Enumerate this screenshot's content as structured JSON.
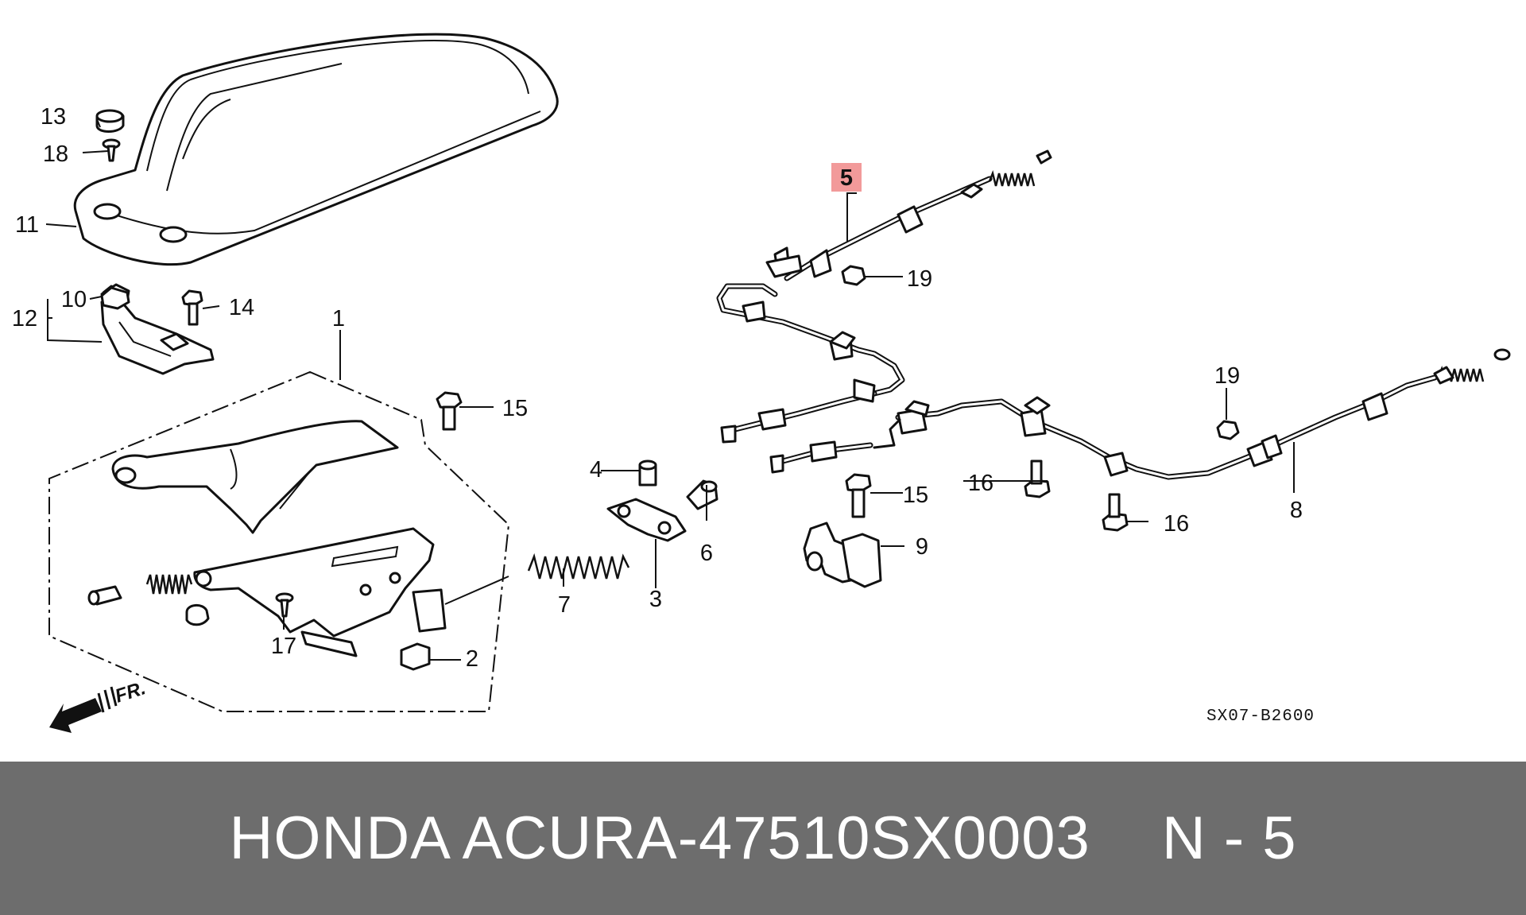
{
  "diagram": {
    "drawing_code": "SX07-B2600",
    "front_marker": "FR.",
    "highlighted_callout": "5",
    "callouts": {
      "c1": "1",
      "c2": "2",
      "c3": "3",
      "c4": "4",
      "c5": "5",
      "c6": "6",
      "c7": "7",
      "c8": "8",
      "c9": "9",
      "c10": "10",
      "c11": "11",
      "c12": "12",
      "c13": "13",
      "c14": "14",
      "c15a": "15",
      "c15b": "15",
      "c16a": "16",
      "c16b": "16",
      "c17": "17",
      "c18": "18",
      "c19a": "19",
      "c19b": "19"
    },
    "colors": {
      "highlight": "#f29a9a",
      "footer_bg": "#6d6d6d",
      "footer_text": "#ffffff"
    }
  },
  "footer": {
    "brand": "HONDA ACURA",
    "dash": "-",
    "part_number": "47510SX0003",
    "position": "N - 5"
  }
}
